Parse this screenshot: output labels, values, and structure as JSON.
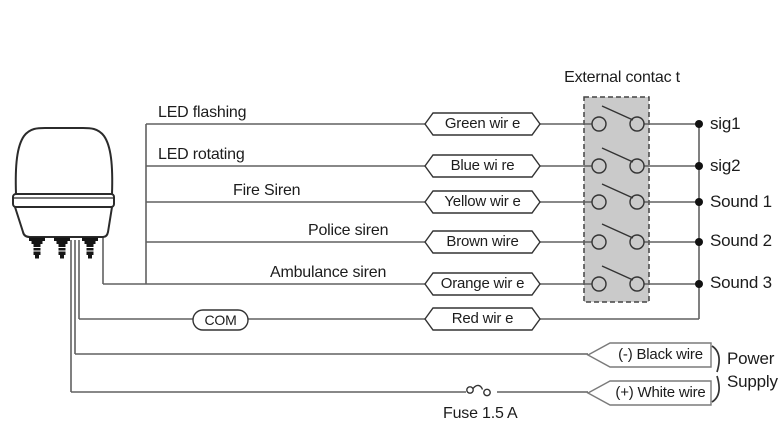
{
  "title": "External contac t",
  "rows": [
    {
      "function": "LED flashing",
      "wire": "Green wir e",
      "terminal": "sig1"
    },
    {
      "function": "LED rotating",
      "wire": "Blue wi re",
      "terminal": "sig2"
    },
    {
      "function": "Fire Siren",
      "wire": "Yellow wir e",
      "terminal": "Sound 1"
    },
    {
      "function": "Police siren",
      "wire": "Brown wire",
      "terminal": "Sound 2"
    },
    {
      "function": "Ambulance siren",
      "wire": "Orange wir e",
      "terminal": "Sound 3"
    }
  ],
  "com": {
    "label": "COM",
    "wire": "Red wir e"
  },
  "power": {
    "negative": "(-) Black wire",
    "positive": "(+) White wire",
    "group_line1": "Power",
    "group_line2": "Supply"
  },
  "fuse_label": "Fuse 1.5 A",
  "colors": {
    "wire_line": "#606060",
    "outline": "#333333",
    "contact_box_fill": "#cacaca",
    "text": "#1c1c1c"
  }
}
